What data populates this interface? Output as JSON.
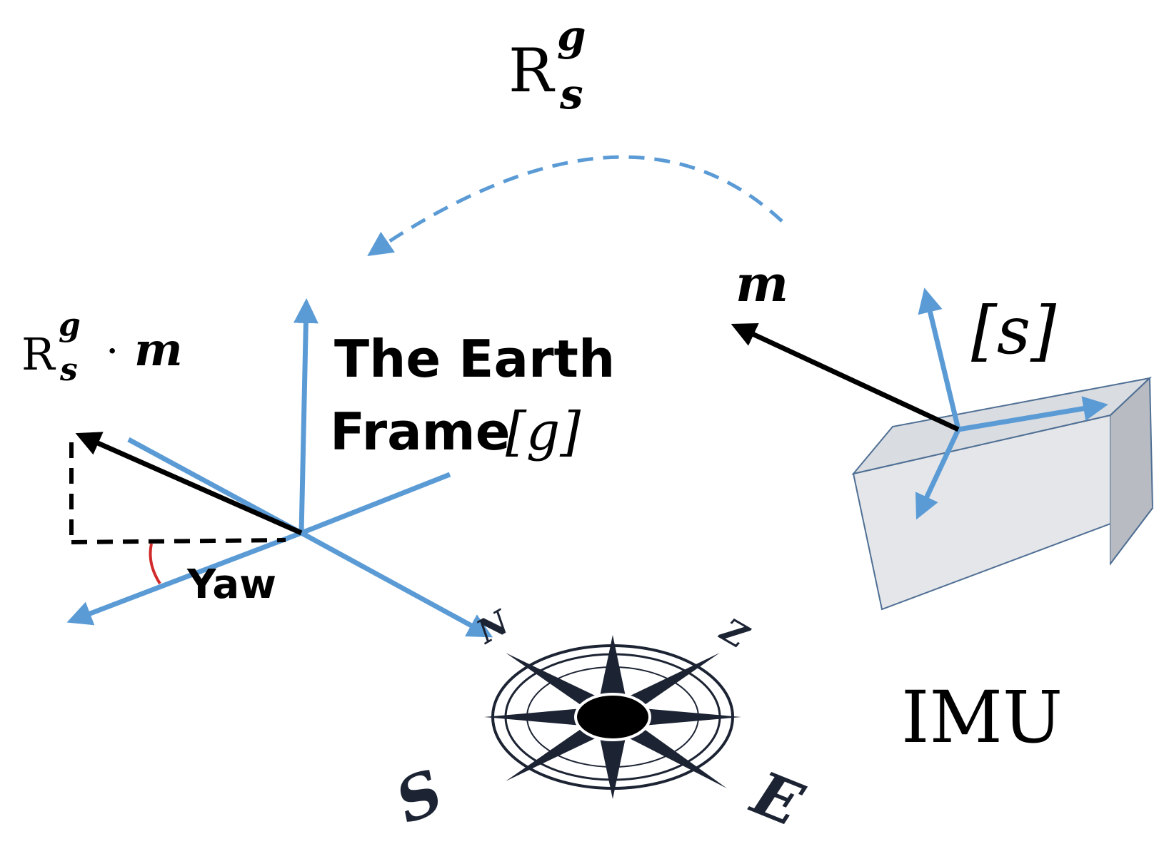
{
  "rotation_label": {
    "base": "R",
    "sup": "g",
    "sub": "s"
  },
  "rotated_vector_label": {
    "base": "R",
    "sup": "g",
    "sub": "s",
    "operator": "·",
    "vector": "m"
  },
  "magnetic_vector_label": "m",
  "earth_frame_label": {
    "line1": "The Earth",
    "line2_text": "Frame",
    "line2_symbol": "[g]"
  },
  "sensor_frame_label": "[s]",
  "yaw_label": "Yaw",
  "imu_label": "IMU",
  "compass": {
    "n": "N",
    "s": "S",
    "e": "E",
    "z": "Z"
  },
  "colors": {
    "frame_blue": "#5b9bd5",
    "vector_black": "#000000",
    "yaw_arc_red": "#d12a2a",
    "box_face": "#e4e6ea",
    "box_side": "#b8bcc2",
    "box_edge": "#4f6f94",
    "compass_dark": "#1c2333"
  }
}
